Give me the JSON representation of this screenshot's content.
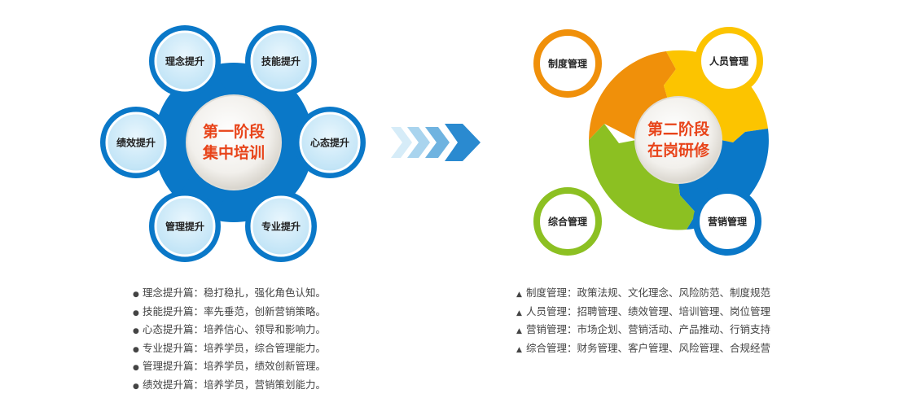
{
  "stage1": {
    "title_line1": "第一阶段",
    "title_line2": "集中培训",
    "nodes": [
      "理念提升",
      "技能提升",
      "心态提升",
      "专业提升",
      "管理提升",
      "绩效提升"
    ],
    "list": [
      "理念提升篇：稳打稳扎，强化角色认知。",
      "技能提升篇：率先垂范，创新营销策略。",
      "心态提升篇：培养信心、领导和影响力。",
      "专业提升篇：培养学员，综合管理能力。",
      "管理提升篇：培养学员，绩效创新管理。",
      "绩效提升篇：培养学员，营销策划能力。"
    ]
  },
  "stage2": {
    "title_line1": "第二阶段",
    "title_line2": "在岗研修",
    "nodes": [
      "制度管理",
      "人员管理",
      "营销管理",
      "综合管理"
    ],
    "list": [
      "制度管理：政策法规、文化理念、风险防范、制度规范",
      "人员管理：招聘管理、绩效管理、培训管理、岗位管理",
      "营销管理：市场企划、营销活动、产品推动、行销支持",
      "综合管理：财务管理、客户管理、风险管理、合规经营"
    ]
  },
  "colors": {
    "blue": "#0a78c8",
    "orange": "#f0900a",
    "yellow": "#fcc400",
    "green": "#8cc022",
    "title": "#e8441a"
  }
}
